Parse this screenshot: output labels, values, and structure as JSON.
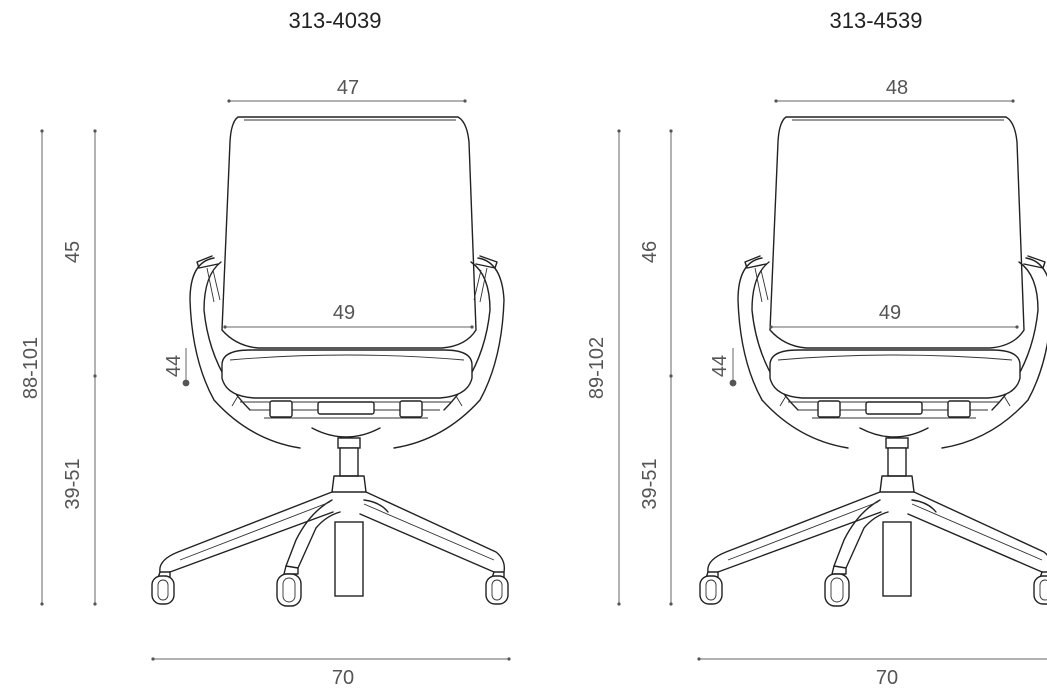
{
  "drawings": [
    {
      "model": "313-4039",
      "dims": {
        "total_height": "88-101",
        "back_height": "45",
        "seat_height": "39-51",
        "armrest_height": "44",
        "back_width": "47",
        "seat_width": "49",
        "base_width": "70"
      }
    },
    {
      "model": "313-4539",
      "dims": {
        "total_height": "89-102",
        "back_height": "46",
        "seat_height": "39-51",
        "armrest_height": "44",
        "back_width": "48",
        "seat_width": "49",
        "base_width": "70"
      }
    }
  ]
}
